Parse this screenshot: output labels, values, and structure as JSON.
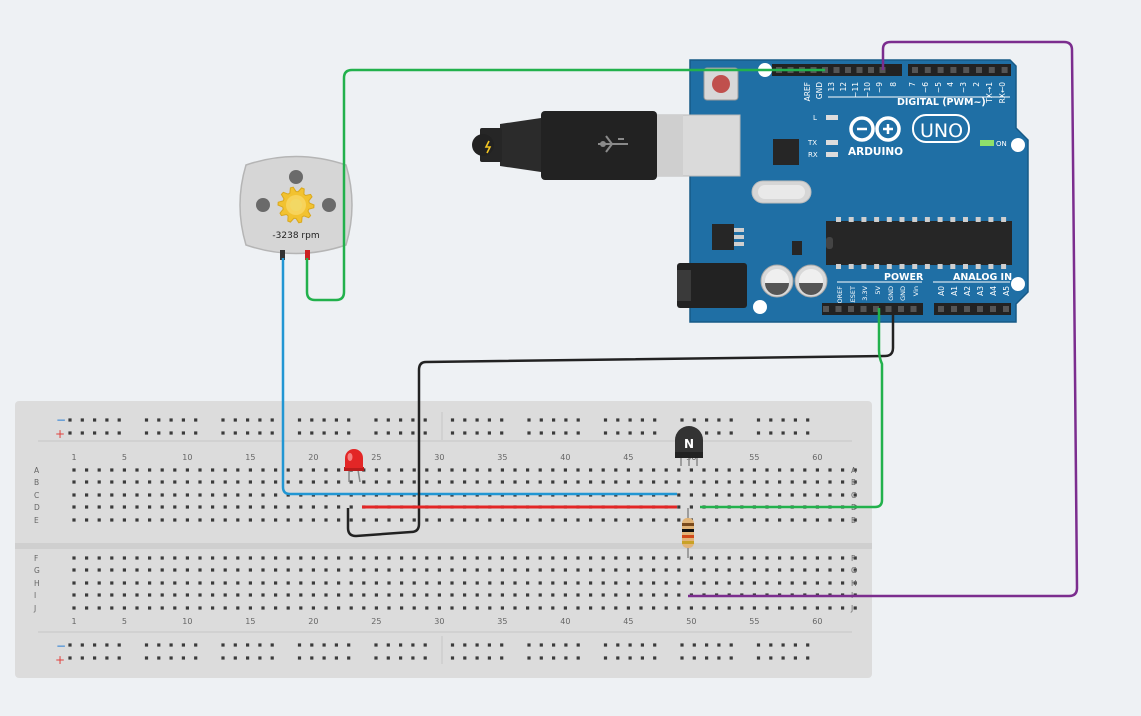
{
  "motor": {
    "rpm_label": "-3238 rpm"
  },
  "arduino": {
    "brand": "ARDUINO",
    "model": "UNO",
    "digital_header": "DIGITAL (PWM~)",
    "power_header": "POWER",
    "analog_header": "ANALOG IN",
    "on_label": "ON",
    "led_l": "L",
    "led_tx": "TX",
    "led_rx": "RX",
    "top_pins": [
      "AREF",
      "GND",
      "13",
      "12",
      "~11",
      "~10",
      "~9",
      "8",
      "7",
      "~6",
      "~5",
      "4",
      "~3",
      "2",
      "TX→1",
      "RX←0"
    ],
    "power_pins": [
      "IOREF",
      "RESET",
      "3.3V",
      "5V",
      "GND",
      "GND",
      "Vin"
    ],
    "analog_pins": [
      "A0",
      "A1",
      "A2",
      "A3",
      "A4",
      "A5"
    ]
  },
  "transistor": {
    "label": "N"
  },
  "breadboard": {
    "rail_minus": "−",
    "rail_plus": "+",
    "col_numbers": [
      "1",
      "5",
      "10",
      "15",
      "20",
      "25",
      "30",
      "35",
      "40",
      "45",
      "50",
      "55",
      "60"
    ],
    "rows_top": [
      "A",
      "B",
      "C",
      "D",
      "E"
    ],
    "rows_bottom": [
      "F",
      "G",
      "H",
      "I",
      "J"
    ]
  },
  "colors": {
    "arduino": "#1f6fa5",
    "wire_green": "#22b14c",
    "wire_purple": "#7b2d8e",
    "wire_blue": "#2196d3",
    "wire_black": "#222222",
    "wire_red": "#e32626",
    "breadboard": "#dcdcdc"
  }
}
